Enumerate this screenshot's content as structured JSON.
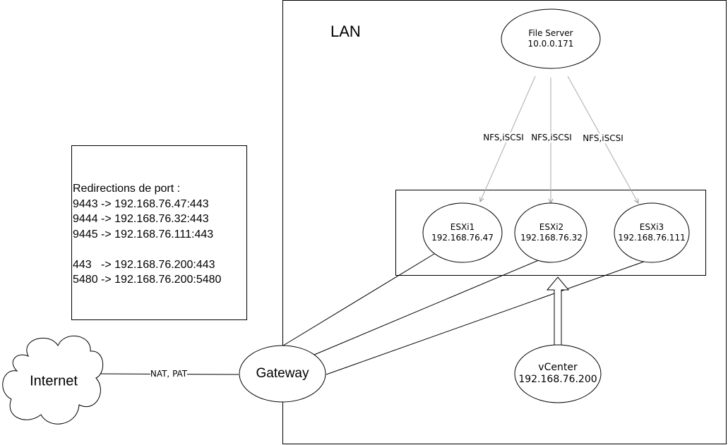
{
  "lan": {
    "title": "LAN"
  },
  "file_server": {
    "name": "File Server",
    "ip": "10.0.0.171"
  },
  "esxi": [
    {
      "name": "ESXi1",
      "ip": "192.168.76.47"
    },
    {
      "name": "ESXi2",
      "ip": "192.168.76.32"
    },
    {
      "name": "ESXi3",
      "ip": "192.168.76.111"
    }
  ],
  "storage_links": [
    "NFS,iSCSI",
    "NFS,iSCSI",
    "NFS,iSCSI"
  ],
  "vcenter": {
    "name": "vCenter",
    "ip": "192.168.76.200"
  },
  "gateway": {
    "name": "Gateway"
  },
  "internet": {
    "name": "Internet"
  },
  "nat_link": {
    "label": "NAT, PAT"
  },
  "redirections": {
    "title": "Redirections de port :",
    "lines": [
      "9443 -> 192.168.76.47:443",
      "9444 -> 192.168.76.32:443",
      "9445 -> 192.168.76.111:443",
      "",
      "443   -> 192.168.76.200:443",
      "5480 -> 192.168.76.200:5480"
    ]
  }
}
